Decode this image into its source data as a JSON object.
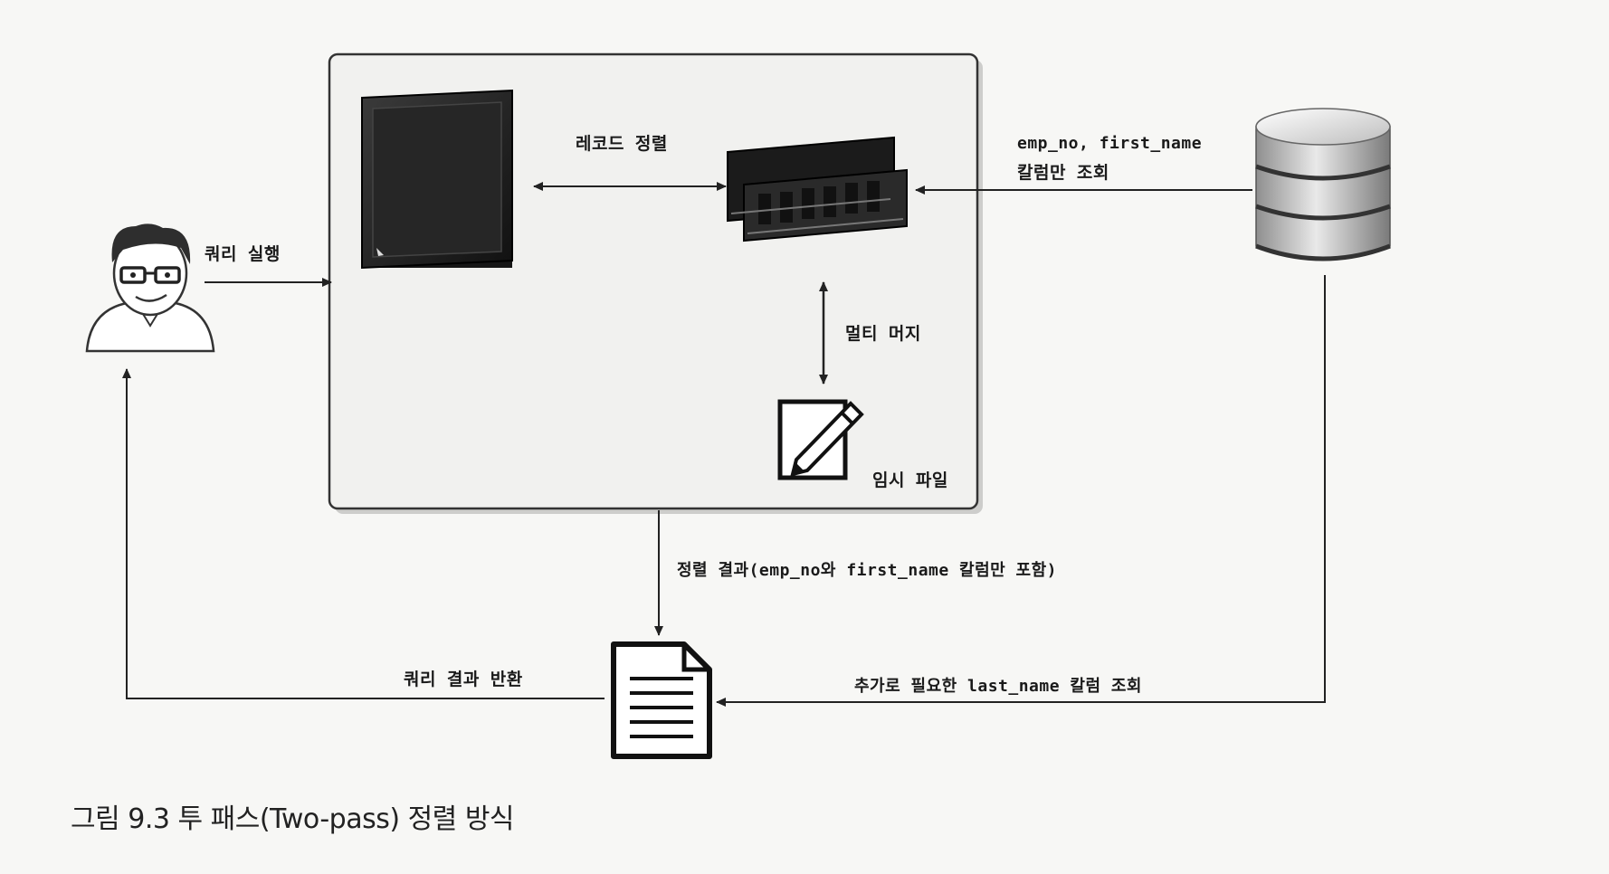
{
  "diagram": {
    "labels": {
      "run_query": "쿼리 실행",
      "record_sort": "레코드 정렬",
      "select_columns_line1": "emp_no, first_name",
      "select_columns_line2": "칼럼만 조회",
      "multi_merge": "멀티 머지",
      "temp_file": "임시 파일",
      "sort_result": "정렬 결과(emp_no와 first_name 칼럼만 포함)",
      "return_result": "쿼리 결과 반환",
      "fetch_extra": "추가로 필요한 last_name 칼럼 조회"
    },
    "icons": {
      "user": "user-avatar-icon",
      "cpu": "cpu-chip-icon",
      "memory": "memory-ram-icon",
      "temp_file": "pencil-document-icon",
      "database": "database-cylinder-icon",
      "result": "text-document-icon"
    }
  },
  "caption": "그림 9.3 투 패스(Two-pass) 정렬 방식"
}
